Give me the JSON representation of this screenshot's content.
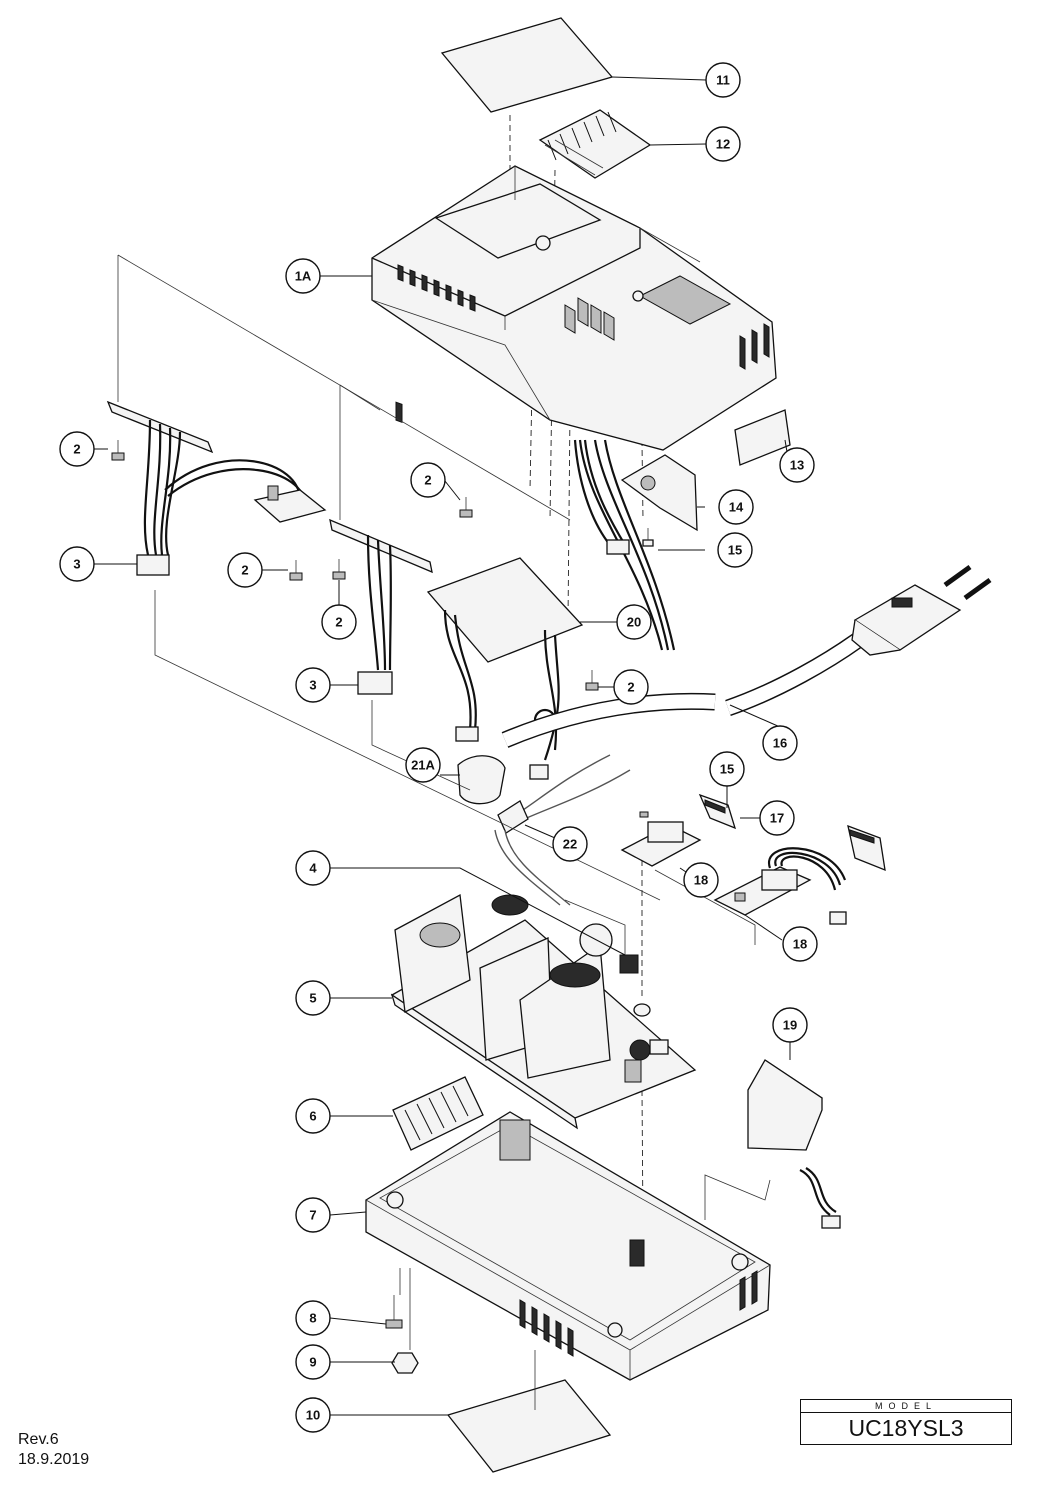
{
  "revision": "Rev.6",
  "date": "18.9.2019",
  "model_label": "MODEL",
  "model_value": "UC18YSL3",
  "callouts": {
    "c11": "11",
    "c12": "12",
    "c1A": "1A",
    "c13": "13",
    "c14": "14",
    "c15a": "15",
    "c2a": "2",
    "c2b": "2",
    "c2c": "2",
    "c2d": "2",
    "c2e": "2",
    "c3a": "3",
    "c3b": "3",
    "c20": "20",
    "c16": "16",
    "c21A": "21A",
    "c15b": "15",
    "c17": "17",
    "c22": "22",
    "c18a": "18",
    "c18b": "18",
    "c4": "4",
    "c5": "5",
    "c19": "19",
    "c6": "6",
    "c7": "7",
    "c8": "8",
    "c9": "9",
    "c10": "10"
  }
}
